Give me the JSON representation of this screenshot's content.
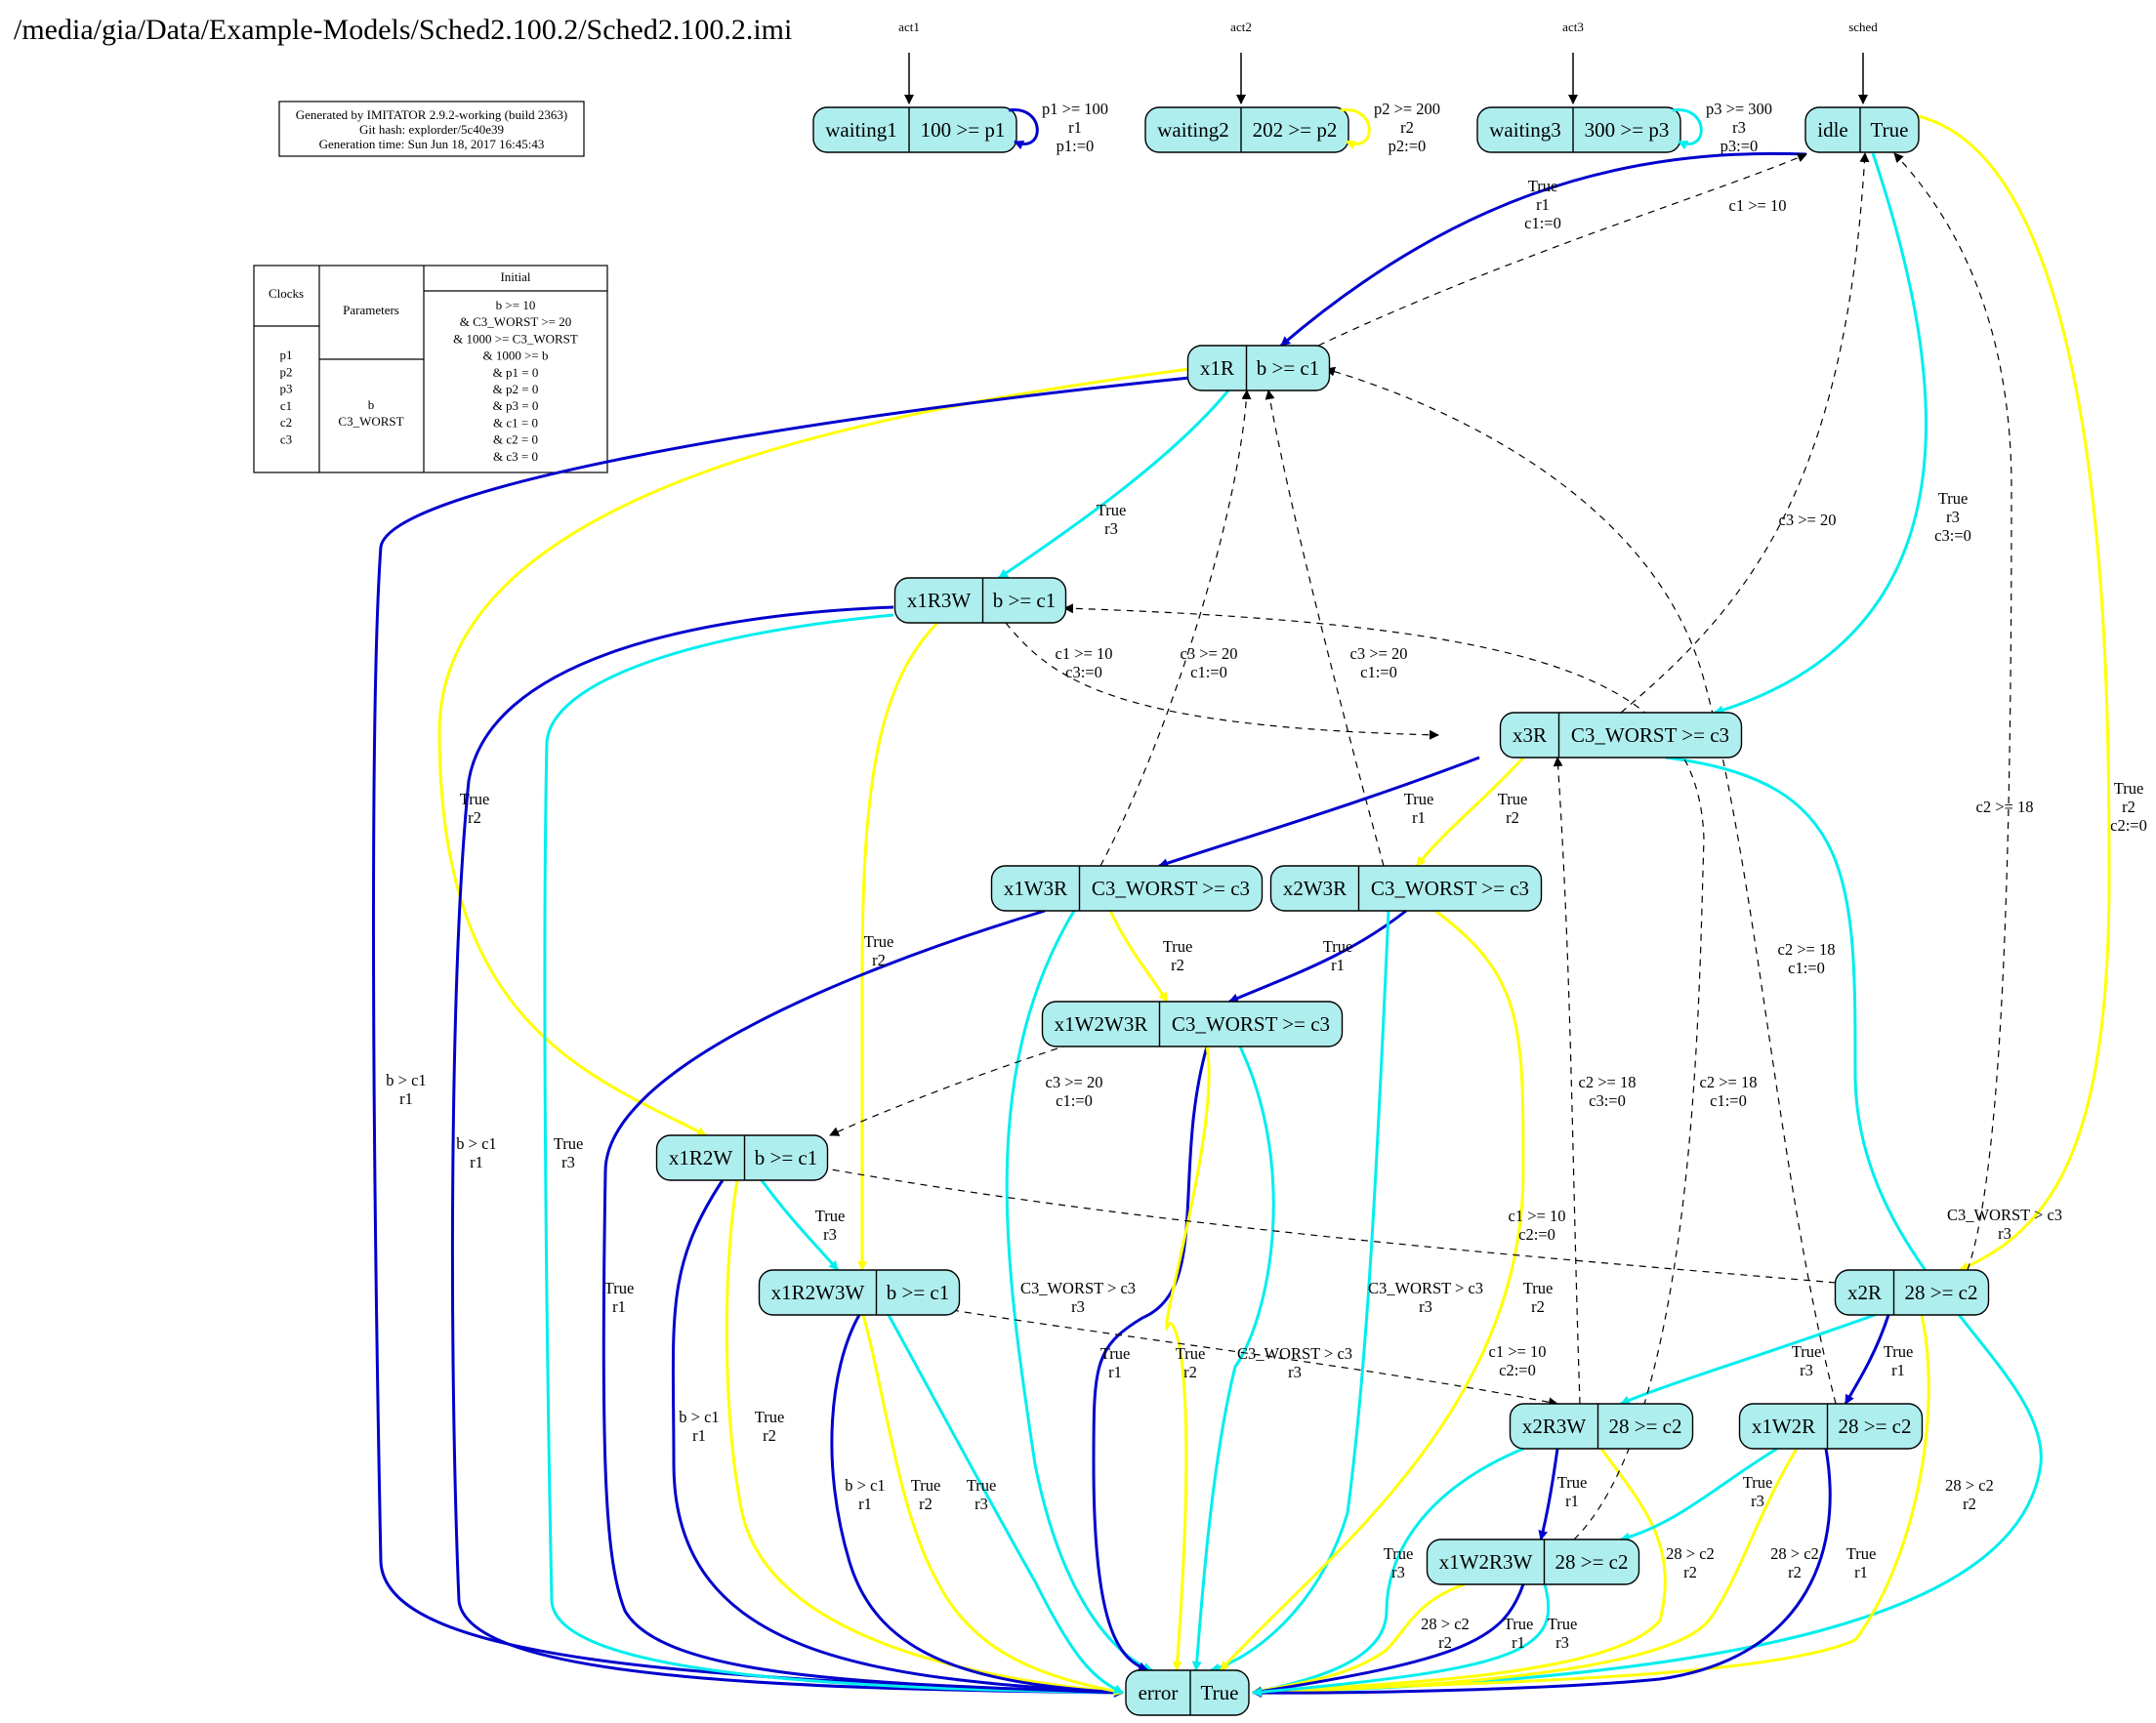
{
  "title": "/media/gia/Data/Example-Models/Sched2.100.2/Sched2.100.2.imi",
  "colors": {
    "node_fill": "#afeeee",
    "blue": "#0000cd",
    "cyan": "#00eeee",
    "yellow": "#ffff00",
    "dashed": "#000000"
  },
  "generated_box": {
    "lines": [
      "Generated by IMITATOR 2.9.2-working (build 2363)",
      "Git hash: explorder/5c40e39",
      "Generation time: Sun Jun 18, 2017 16:45:43"
    ]
  },
  "info_table": {
    "clocks_header": "Clocks",
    "parameters_header": "Parameters",
    "initial_header": "Initial",
    "clocks": [
      "p1",
      "p2",
      "p3",
      "c1",
      "c2",
      "c3"
    ],
    "parameters": [
      "b",
      "C3_WORST"
    ],
    "initial": [
      "b >= 10",
      "& C3_WORST >= 20",
      "& 1000 >= C3_WORST",
      "& 1000 >= b",
      "& p1 = 0",
      "& p2 = 0",
      "& p3 = 0",
      "& c1 = 0",
      "& c2 = 0",
      "& c3 = 0"
    ]
  },
  "automata": [
    {
      "name": "act1",
      "location": "waiting1",
      "invariant": "100 >= p1",
      "loop_label": [
        "p1 >= 100",
        "r1",
        "p1:=0"
      ],
      "loop_color": "blue"
    },
    {
      "name": "act2",
      "location": "waiting2",
      "invariant": "202 >= p2",
      "loop_label": [
        "p2 >= 200",
        "r2",
        "p2:=0"
      ],
      "loop_color": "yellow"
    },
    {
      "name": "act3",
      "location": "waiting3",
      "invariant": "300 >= p3",
      "loop_label": [
        "p3 >= 300",
        "r3",
        "p3:=0"
      ],
      "loop_color": "cyan"
    }
  ],
  "sched": {
    "name": "sched",
    "locations": [
      {
        "id": "idle",
        "name": "idle",
        "invariant": "True"
      },
      {
        "id": "x1R",
        "name": "x1R",
        "invariant": "b >= c1"
      },
      {
        "id": "x1R3W",
        "name": "x1R3W",
        "invariant": "b >= c1"
      },
      {
        "id": "x3R",
        "name": "x3R",
        "invariant": "C3_WORST >= c3"
      },
      {
        "id": "x1W3R",
        "name": "x1W3R",
        "invariant": "C3_WORST >= c3"
      },
      {
        "id": "x2W3R",
        "name": "x2W3R",
        "invariant": "C3_WORST >= c3"
      },
      {
        "id": "x1W2W3R",
        "name": "x1W2W3R",
        "invariant": "C3_WORST >= c3"
      },
      {
        "id": "x1R2W",
        "name": "x1R2W",
        "invariant": "b >= c1"
      },
      {
        "id": "x1R2W3W",
        "name": "x1R2W3W",
        "invariant": "b >= c1"
      },
      {
        "id": "x2R",
        "name": "x2R",
        "invariant": "28 >= c2"
      },
      {
        "id": "x2R3W",
        "name": "x2R3W",
        "invariant": "28 >= c2"
      },
      {
        "id": "x1W2R",
        "name": "x1W2R",
        "invariant": "28 >= c2"
      },
      {
        "id": "x1W2R3W",
        "name": "x1W2R3W",
        "invariant": "28 >= c2"
      },
      {
        "id": "error",
        "name": "error",
        "invariant": "True"
      }
    ],
    "edges": [
      {
        "id": "e1",
        "from": "idle",
        "to": "x1R",
        "color": "blue",
        "label": [
          "True",
          "r1",
          "c1:=0"
        ]
      },
      {
        "id": "e2",
        "from": "x1R",
        "to": "idle",
        "color": "dashed",
        "label": [
          "c1 >= 10"
        ]
      },
      {
        "id": "e3",
        "from": "idle",
        "to": "x3R",
        "color": "cyan",
        "label": [
          "True",
          "r3",
          "c3:=0"
        ]
      },
      {
        "id": "e4",
        "from": "x3R",
        "to": "idle",
        "color": "dashed",
        "label": [
          "c3 >= 20"
        ]
      },
      {
        "id": "e5",
        "from": "idle",
        "to": "x2R",
        "color": "yellow",
        "label": [
          "True",
          "r2",
          "c2:=0"
        ]
      },
      {
        "id": "e6",
        "from": "x2R",
        "to": "idle",
        "color": "dashed",
        "label": [
          "c2 >= 18"
        ]
      },
      {
        "id": "e7",
        "from": "x1R",
        "to": "x1R3W",
        "color": "cyan",
        "label": [
          "True",
          "r3"
        ]
      },
      {
        "id": "e8",
        "from": "x1R",
        "to": "x1R2W",
        "color": "yellow",
        "label": [
          "True",
          "r2"
        ]
      },
      {
        "id": "e9",
        "from": "x1R",
        "to": "error",
        "color": "blue",
        "label": [
          "b > c1",
          "r1"
        ]
      },
      {
        "id": "e10",
        "from": "x1R3W",
        "to": "x3R",
        "color": "dashed",
        "label": [
          "c1 >= 10",
          "c3:=0"
        ]
      },
      {
        "id": "e11",
        "from": "x1R3W",
        "to": "x1R2W3W",
        "color": "yellow",
        "label": [
          "True",
          "r2"
        ]
      },
      {
        "id": "e12",
        "from": "x1R3W",
        "to": "error",
        "color": "blue",
        "label": [
          "b > c1",
          "r1"
        ]
      },
      {
        "id": "e13",
        "from": "x1R3W",
        "to": "error",
        "color": "cyan",
        "label": [
          "True",
          "r3"
        ]
      },
      {
        "id": "e14",
        "from": "x1W3R",
        "to": "x1R",
        "color": "dashed",
        "label": [
          "c3 >= 20",
          "c1:=0"
        ]
      },
      {
        "id": "e15",
        "from": "x2W3R",
        "to": "x1R",
        "color": "dashed",
        "label": [
          "c3 >= 20",
          "c1:=0"
        ]
      },
      {
        "id": "e16",
        "from": "x3R",
        "to": "x1W3R",
        "color": "blue",
        "label": [
          "True",
          "r1"
        ]
      },
      {
        "id": "e17",
        "from": "x3R",
        "to": "x2W3R",
        "color": "yellow",
        "label": [
          "True",
          "r2"
        ]
      },
      {
        "id": "e18",
        "from": "x3R",
        "to": "error",
        "color": "cyan",
        "label": []
      },
      {
        "id": "e19",
        "from": "x1W3R",
        "to": "x1W2W3R",
        "color": "yellow",
        "label": [
          "True",
          "r2"
        ]
      },
      {
        "id": "e20",
        "from": "x2W3R",
        "to": "x1W2W3R",
        "color": "blue",
        "label": [
          "True",
          "r1"
        ]
      },
      {
        "id": "e21",
        "from": "x1W3R",
        "to": "error",
        "color": "blue",
        "label": [
          "True",
          "r1"
        ]
      },
      {
        "id": "e22",
        "from": "x1W3R",
        "to": "error",
        "color": "cyan",
        "label": [
          "C3_WORST > c3",
          "r3"
        ]
      },
      {
        "id": "e23",
        "from": "x2W3R",
        "to": "error",
        "color": "cyan",
        "label": [
          "C3_WORST > c3",
          "r3"
        ]
      },
      {
        "id": "e24",
        "from": "x2W3R",
        "to": "error",
        "color": "yellow",
        "label": [
          "True",
          "r2"
        ]
      },
      {
        "id": "e25",
        "from": "x1W2W3R",
        "to": "x1R2W",
        "color": "dashed",
        "label": [
          "c3 >= 20",
          "c1:=0"
        ]
      },
      {
        "id": "e26",
        "from": "x1W2W3R",
        "to": "error",
        "color": "blue",
        "label": [
          "True",
          "r1"
        ]
      },
      {
        "id": "e27",
        "from": "x1W2W3R",
        "to": "error",
        "color": "yellow",
        "label": [
          "True",
          "r2"
        ]
      },
      {
        "id": "e28",
        "from": "x1W2W3R",
        "to": "error",
        "color": "cyan",
        "label": [
          "C3_WORST > c3",
          "r3"
        ]
      },
      {
        "id": "e29",
        "from": "x1R2W",
        "to": "x1R2W3W",
        "color": "cyan",
        "label": [
          "True",
          "r3"
        ]
      },
      {
        "id": "e30",
        "from": "x1R2W",
        "to": "x2R",
        "color": "dashed",
        "label": [
          "c1 >= 10",
          "c2:=0"
        ]
      },
      {
        "id": "e31",
        "from": "x1R2W",
        "to": "error",
        "color": "blue",
        "label": [
          "b > c1",
          "r1"
        ]
      },
      {
        "id": "e32",
        "from": "x1R2W",
        "to": "error",
        "color": "yellow",
        "label": [
          "True",
          "r2"
        ]
      },
      {
        "id": "e33",
        "from": "x1R2W3W",
        "to": "x2R3W",
        "color": "dashed",
        "label": [
          "c1 >= 10",
          "c2:=0"
        ]
      },
      {
        "id": "e34",
        "from": "x1R2W3W",
        "to": "error",
        "color": "blue",
        "label": [
          "b > c1",
          "r1"
        ]
      },
      {
        "id": "e35",
        "from": "x1R2W3W",
        "to": "error",
        "color": "yellow",
        "label": [
          "True",
          "r2"
        ]
      },
      {
        "id": "e36",
        "from": "x1R2W3W",
        "to": "error",
        "color": "cyan",
        "label": [
          "True",
          "r3"
        ]
      },
      {
        "id": "e37",
        "from": "x2R",
        "to": "x3R",
        "color": "dashed",
        "label": []
      },
      {
        "id": "e38",
        "from": "x2R",
        "to": "x2R3W",
        "color": "cyan",
        "label": [
          "True",
          "r3"
        ]
      },
      {
        "id": "e39",
        "from": "x2R",
        "to": "x1W2R",
        "color": "blue",
        "label": [
          "True",
          "r1"
        ]
      },
      {
        "id": "e40",
        "from": "x2R",
        "to": "error",
        "color": "yellow",
        "label": [
          "28 > c2",
          "r2"
        ]
      },
      {
        "id": "e41",
        "from": "x1W2R",
        "to": "x1R",
        "color": "dashed",
        "label": [
          "c2 >= 18",
          "c1:=0"
        ]
      },
      {
        "id": "e42",
        "from": "x2R3W",
        "to": "x3R",
        "color": "dashed",
        "label": [
          "c2 >= 18",
          "c3:=0"
        ]
      },
      {
        "id": "e43",
        "from": "x2R3W",
        "to": "x1W2R3W",
        "color": "blue",
        "label": [
          "True",
          "r1"
        ]
      },
      {
        "id": "e44",
        "from": "x2R3W",
        "to": "error",
        "color": "cyan",
        "label": [
          "True",
          "r3"
        ]
      },
      {
        "id": "e45",
        "from": "x2R3W",
        "to": "error",
        "color": "yellow",
        "label": [
          "28 > c2",
          "r2"
        ]
      },
      {
        "id": "e46",
        "from": "x1W2R",
        "to": "x1W2R3W",
        "color": "cyan",
        "label": [
          "True",
          "r3"
        ]
      },
      {
        "id": "e47",
        "from": "x1W2R",
        "to": "error",
        "color": "yellow",
        "label": [
          "28 > c2",
          "r2"
        ]
      },
      {
        "id": "e48",
        "from": "x1W2R",
        "to": "error",
        "color": "blue",
        "label": [
          "True",
          "r1"
        ]
      },
      {
        "id": "e49",
        "from": "x1W2R3W",
        "to": "x1R3W",
        "color": "dashed",
        "label": [
          "c2 >= 18",
          "c1:=0"
        ]
      },
      {
        "id": "e50",
        "from": "x1W2R3W",
        "to": "error",
        "color": "yellow",
        "label": [
          "28 > c2",
          "r2"
        ]
      },
      {
        "id": "e51",
        "from": "x1W2R3W",
        "to": "error",
        "color": "blue",
        "label": [
          "True",
          "r1"
        ]
      },
      {
        "id": "e52",
        "from": "x1W2R3W",
        "to": "error",
        "color": "cyan",
        "label": [
          "True",
          "r3"
        ]
      },
      {
        "id": "e53",
        "from": "x2R",
        "to": "error",
        "color": "cyan",
        "label": [
          "C3_WORST > c3",
          "r3"
        ]
      }
    ]
  }
}
